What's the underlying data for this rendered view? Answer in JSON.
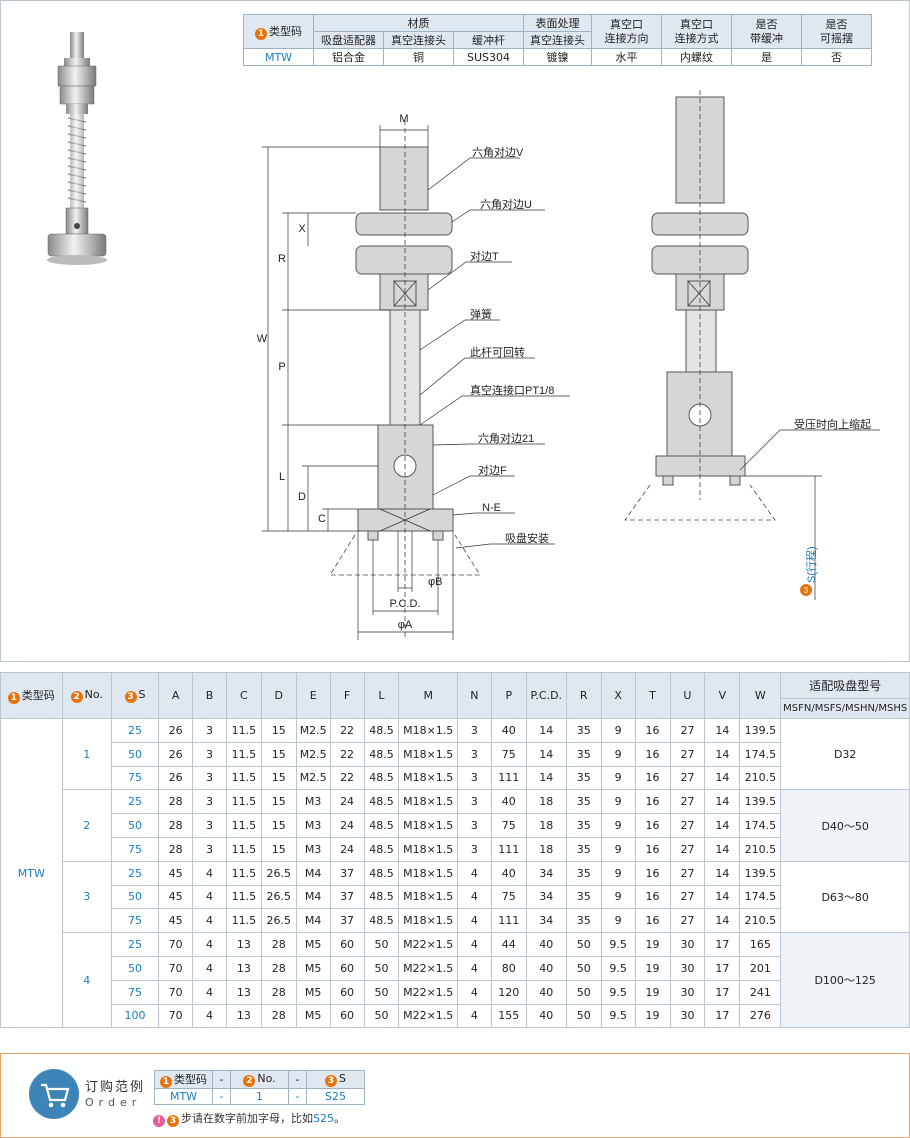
{
  "spec_table": {
    "type_code_header": "类型码",
    "material_header": "材质",
    "surface_header": "表面处理",
    "vac_dir_header": "真空口\n连接方向",
    "vac_method_header": "真空口\n连接方式",
    "buffer_header": "是否\n带缓冲",
    "swing_header": "是否\n可摇摆",
    "sub_headers": [
      "吸盘适配器",
      "真空连接头",
      "缓冲杆",
      "真空连接头"
    ],
    "row": [
      "MTW",
      "铝合金",
      "铜",
      "SUS304",
      "镀镍",
      "水平",
      "内螺纹",
      "是",
      "否"
    ]
  },
  "drawing_labels": {
    "M": "M",
    "X": "X",
    "R": "R",
    "W": "W",
    "P": "P",
    "L": "L",
    "D": "D",
    "C": "C",
    "hex_v": "六角对边V",
    "hex_u": "六角对边U",
    "flat_t": "对边T",
    "spring": "弹簧",
    "rotatable": "此杆可回转",
    "vac_port": "真空连接口PT1/8",
    "hex_21": "六角对边21",
    "flat_f": "对边F",
    "ne": "N-E",
    "cup_mount": "吸盘安装",
    "phi_b": "φB",
    "pcd": "P.C.D.",
    "phi_a": "φA",
    "pressure_shrink": "受压时向上缩起",
    "stroke": "S(行程)"
  },
  "main_table": {
    "headers": {
      "type_code": "类型码",
      "no": "No.",
      "s": "S",
      "cols": [
        "A",
        "B",
        "C",
        "D",
        "E",
        "F",
        "L",
        "M",
        "N",
        "P",
        "P.C.D.",
        "R",
        "X",
        "T",
        "U",
        "V",
        "W"
      ],
      "cup_model": "适配吸盘型号",
      "cup_sub": "MSFN/MSFS/MSHN/MSHS"
    },
    "type_code": "MTW",
    "groups": [
      {
        "no": "1",
        "cup": "D32",
        "rows": [
          [
            "25",
            "26",
            "3",
            "11.5",
            "15",
            "M2.5",
            "22",
            "48.5",
            "M18×1.5",
            "3",
            "40",
            "14",
            "35",
            "9",
            "16",
            "27",
            "14",
            "139.5"
          ],
          [
            "50",
            "26",
            "3",
            "11.5",
            "15",
            "M2.5",
            "22",
            "48.5",
            "M18×1.5",
            "3",
            "75",
            "14",
            "35",
            "9",
            "16",
            "27",
            "14",
            "174.5"
          ],
          [
            "75",
            "26",
            "3",
            "11.5",
            "15",
            "M2.5",
            "22",
            "48.5",
            "M18×1.5",
            "3",
            "111",
            "14",
            "35",
            "9",
            "16",
            "27",
            "14",
            "210.5"
          ]
        ]
      },
      {
        "no": "2",
        "cup": "D40～50",
        "rows": [
          [
            "25",
            "28",
            "3",
            "11.5",
            "15",
            "M3",
            "24",
            "48.5",
            "M18×1.5",
            "3",
            "40",
            "18",
            "35",
            "9",
            "16",
            "27",
            "14",
            "139.5"
          ],
          [
            "50",
            "28",
            "3",
            "11.5",
            "15",
            "M3",
            "24",
            "48.5",
            "M18×1.5",
            "3",
            "75",
            "18",
            "35",
            "9",
            "16",
            "27",
            "14",
            "174.5"
          ],
          [
            "75",
            "28",
            "3",
            "11.5",
            "15",
            "M3",
            "24",
            "48.5",
            "M18×1.5",
            "3",
            "111",
            "18",
            "35",
            "9",
            "16",
            "27",
            "14",
            "210.5"
          ]
        ]
      },
      {
        "no": "3",
        "cup": "D63～80",
        "rows": [
          [
            "25",
            "45",
            "4",
            "11.5",
            "26.5",
            "M4",
            "37",
            "48.5",
            "M18×1.5",
            "4",
            "40",
            "34",
            "35",
            "9",
            "16",
            "27",
            "14",
            "139.5"
          ],
          [
            "50",
            "45",
            "4",
            "11.5",
            "26.5",
            "M4",
            "37",
            "48.5",
            "M18×1.5",
            "4",
            "75",
            "34",
            "35",
            "9",
            "16",
            "27",
            "14",
            "174.5"
          ],
          [
            "75",
            "45",
            "4",
            "11.5",
            "26.5",
            "M4",
            "37",
            "48.5",
            "M18×1.5",
            "4",
            "111",
            "34",
            "35",
            "9",
            "16",
            "27",
            "14",
            "210.5"
          ]
        ]
      },
      {
        "no": "4",
        "cup": "D100～125",
        "rows": [
          [
            "25",
            "70",
            "4",
            "13",
            "28",
            "M5",
            "60",
            "50",
            "M22×1.5",
            "4",
            "44",
            "40",
            "50",
            "9.5",
            "19",
            "30",
            "17",
            "165"
          ],
          [
            "50",
            "70",
            "4",
            "13",
            "28",
            "M5",
            "60",
            "50",
            "M22×1.5",
            "4",
            "80",
            "40",
            "50",
            "9.5",
            "19",
            "30",
            "17",
            "201"
          ],
          [
            "75",
            "70",
            "4",
            "13",
            "28",
            "M5",
            "60",
            "50",
            "M22×1.5",
            "4",
            "120",
            "40",
            "50",
            "9.5",
            "19",
            "30",
            "17",
            "241"
          ],
          [
            "100",
            "70",
            "4",
            "13",
            "28",
            "M5",
            "60",
            "50",
            "M22×1.5",
            "4",
            "155",
            "40",
            "50",
            "9.5",
            "19",
            "30",
            "17",
            "276"
          ]
        ]
      }
    ]
  },
  "order": {
    "title": "订购范例",
    "subtitle": "Order",
    "headers": [
      "类型码",
      "-",
      "No.",
      "-",
      "S"
    ],
    "values": [
      "MTW",
      "-",
      "1",
      "-",
      "S25"
    ],
    "note_prefix": "步请在数字前加字母，比如",
    "note_example": "S25",
    "note_suffix": "。"
  },
  "colors": {
    "accent": "#1c7dc0",
    "header_bg": "#dfe8f1",
    "number_badge": "#e8730c",
    "note_badge": "#e85a9a"
  }
}
